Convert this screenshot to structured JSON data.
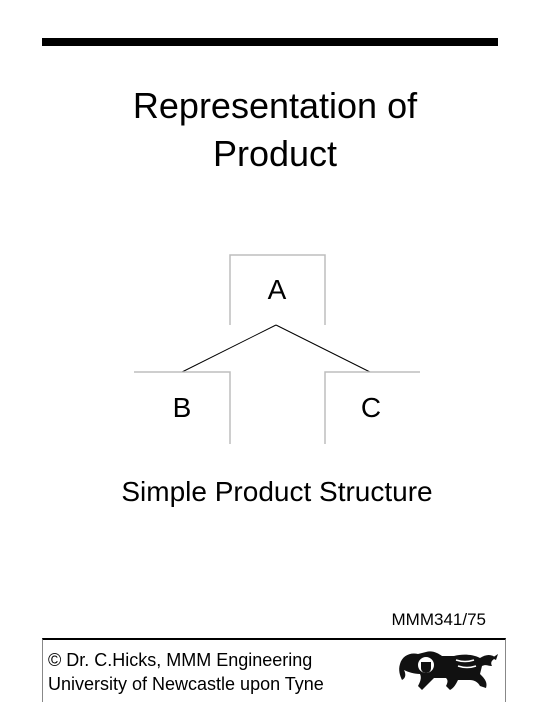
{
  "slide": {
    "title_line1": "Representation of",
    "title_line2": "Product",
    "caption": "Simple Product Structure",
    "ref": "MMM341/75"
  },
  "diagram": {
    "nodes": [
      {
        "id": "A",
        "label": "A"
      },
      {
        "id": "B",
        "label": "B"
      },
      {
        "id": "C",
        "label": "C"
      }
    ],
    "edges": [
      [
        "A",
        "B"
      ],
      [
        "A",
        "C"
      ]
    ]
  },
  "footer": {
    "line1": "© Dr. C.Hicks, MMM Engineering",
    "line2": "University of Newcastle upon Tyne"
  },
  "logo": {
    "icon": "lion-crest-icon"
  }
}
